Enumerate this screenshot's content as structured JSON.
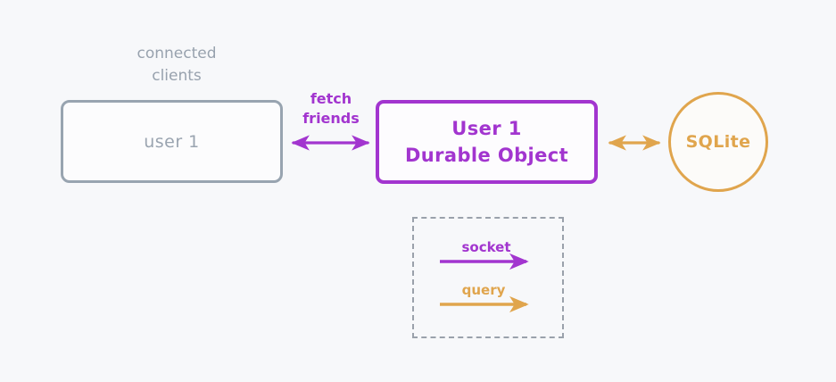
{
  "diagram": {
    "background_color": "#f7f8fa",
    "title_nodes": {
      "clients_caption": "connected\nclients"
    },
    "nodes": [
      {
        "id": "client",
        "label": "user 1",
        "shape": "rounded-rect",
        "color": "#98a4b0",
        "text_color": "#9aa4b0"
      },
      {
        "id": "durable-object",
        "label": "User 1\nDurable Object",
        "shape": "rounded-rect",
        "color": "#a235cf",
        "text_color": "#a235cf"
      },
      {
        "id": "sqlite",
        "label": "SQLite",
        "shape": "circle",
        "color": "#e0a54d",
        "text_color": "#e0a54d"
      }
    ],
    "edges": [
      {
        "id": "client-to-do",
        "label": "fetch\nfriends",
        "color": "#a235cf",
        "style": "double-arrow"
      },
      {
        "id": "do-to-sqlite",
        "label": "",
        "color": "#e0a54d",
        "style": "double-arrow"
      }
    ],
    "legend": {
      "border_color": "#9aa1ab",
      "items": [
        {
          "label": "socket",
          "color": "#a235cf"
        },
        {
          "label": "query",
          "color": "#e0a54d"
        }
      ]
    }
  }
}
